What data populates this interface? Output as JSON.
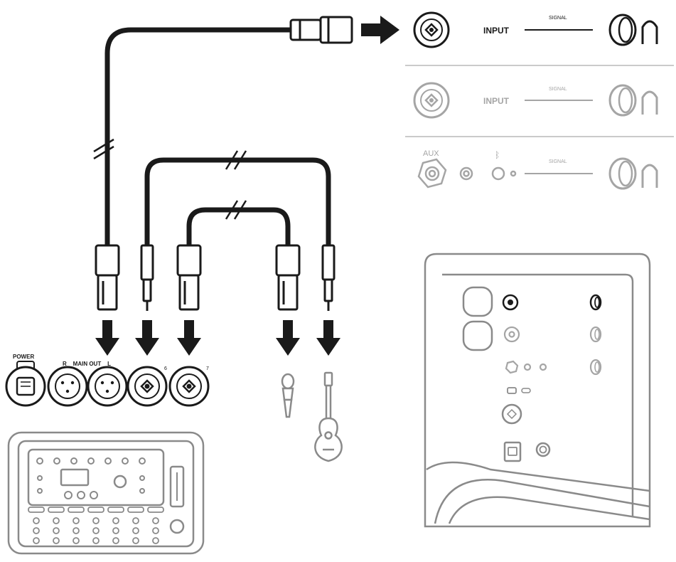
{
  "mixer_panel": {
    "power_label": "POWER",
    "main_out_label": "R    MAIN OUT    L",
    "channel_a_label": "6",
    "channel_b_label": "7"
  },
  "speaker_panel": {
    "row1": {
      "input_label": "INPUT",
      "signal_label": "SIGNAL"
    },
    "row2": {
      "input_label": "INPUT",
      "signal_label": "SIGNAL"
    },
    "row3": {
      "aux_label": "AUX",
      "bluetooth_symbol": "ᛒ",
      "signal_label": "SIGNAL"
    }
  },
  "colors": {
    "line": "#1a1a1a",
    "panel_stroke": "#8a8a8a",
    "faded": "#a5a5a5",
    "background": "#ffffff"
  }
}
